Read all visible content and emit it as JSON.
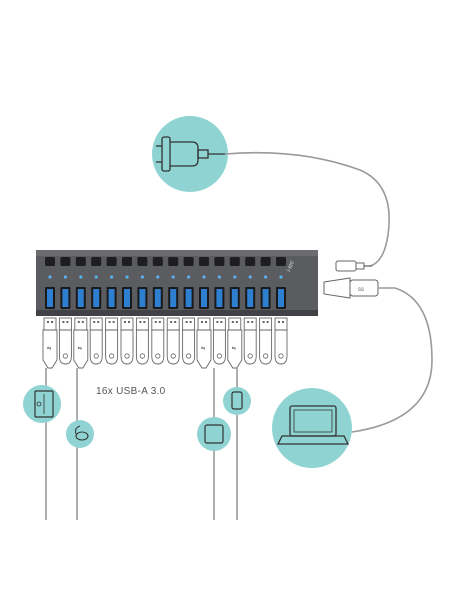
{
  "hub": {
    "brand": "i-tec",
    "port_count": 16,
    "port_color": "#2e7fd0",
    "led_color": "#5ab0e8",
    "body_color": "#5a5c60"
  },
  "ports_label": "16x USB-A 3.0",
  "accent_color": "#8fd4d2",
  "cable_color": "#9a9a9a",
  "devices": [
    "power-adapter",
    "laptop",
    "external-hdd",
    "mouse",
    "tablet",
    "smartphone"
  ]
}
